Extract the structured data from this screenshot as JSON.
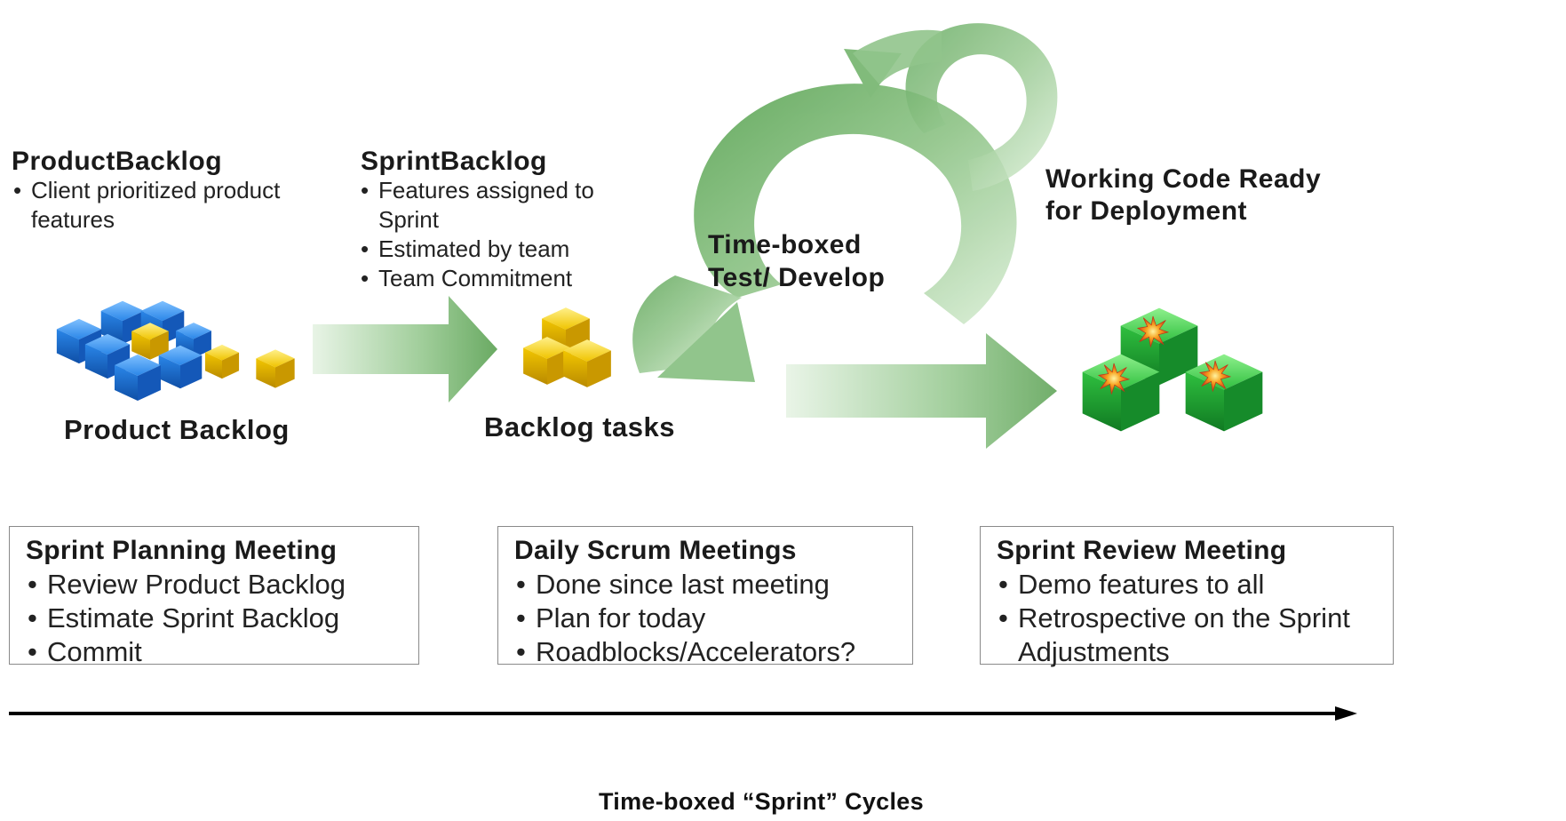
{
  "product_backlog": {
    "heading": "ProductBacklog",
    "bullets": [
      "Client prioritized product features"
    ],
    "caption": "Product Backlog"
  },
  "sprint_backlog": {
    "heading": "SprintBacklog",
    "bullets": [
      "Features assigned to Sprint",
      "Estimated by team",
      "Team Commitment"
    ],
    "caption": "Backlog tasks"
  },
  "cycle": {
    "label_line1": "Time-boxed",
    "label_line2": "Test/ Develop"
  },
  "working_code": {
    "line1": "Working Code Ready",
    "line2": "for Deployment"
  },
  "meetings": [
    {
      "title": "Sprint Planning Meeting",
      "bullets": [
        "Review Product Backlog",
        "Estimate Sprint Backlog",
        "Commit"
      ]
    },
    {
      "title": "Daily Scrum Meetings",
      "bullets": [
        "Done since last meeting",
        "Plan for today",
        "Roadblocks/Accelerators?"
      ]
    },
    {
      "title": "Sprint Review Meeting",
      "bullets": [
        "Demo features to all",
        "Retrospective on the Sprint Adjustments"
      ]
    }
  ],
  "timeline": {
    "label": "Time-boxed “Sprint” Cycles"
  },
  "colors": {
    "arrow_green": "#7fb77a",
    "arrow_green_light": "#d9ecd6",
    "cube_blue": "#1f74d6",
    "cube_yellow": "#e5b400",
    "cube_green": "#1fa83a",
    "burst_orange": "#f07a1a"
  }
}
